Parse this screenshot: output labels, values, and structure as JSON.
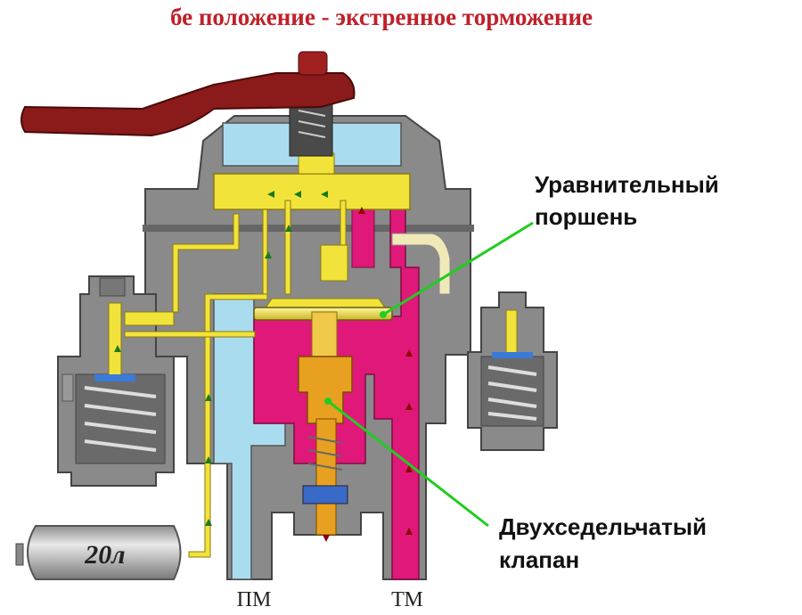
{
  "title": "бе положение - экстренное торможение",
  "labels": {
    "equalizing_piston_line1": "Уравнительный",
    "equalizing_piston_line2": "поршень",
    "double_seat_valve_line1": "Двухседельчатый",
    "double_seat_valve_line2": "клапан"
  },
  "ports": {
    "pm": "ПМ",
    "tm": "ТМ"
  },
  "tank": {
    "volume_label": "20л"
  },
  "colors": {
    "title": "#c0202a",
    "body_gray": "#8a8a8a",
    "body_dark": "#555555",
    "air_blue": "#a9dcef",
    "yellow": "#f2e33a",
    "magenta": "#e0187a",
    "handle_red": "#8b1a1a",
    "orange": "#e8a020",
    "leader_green": "#22cc22",
    "tank_silver": "#c8c8c8",
    "pale_yellow": "#efe9b8"
  },
  "icons": {
    "flow_arrows": "arrow-icon"
  }
}
